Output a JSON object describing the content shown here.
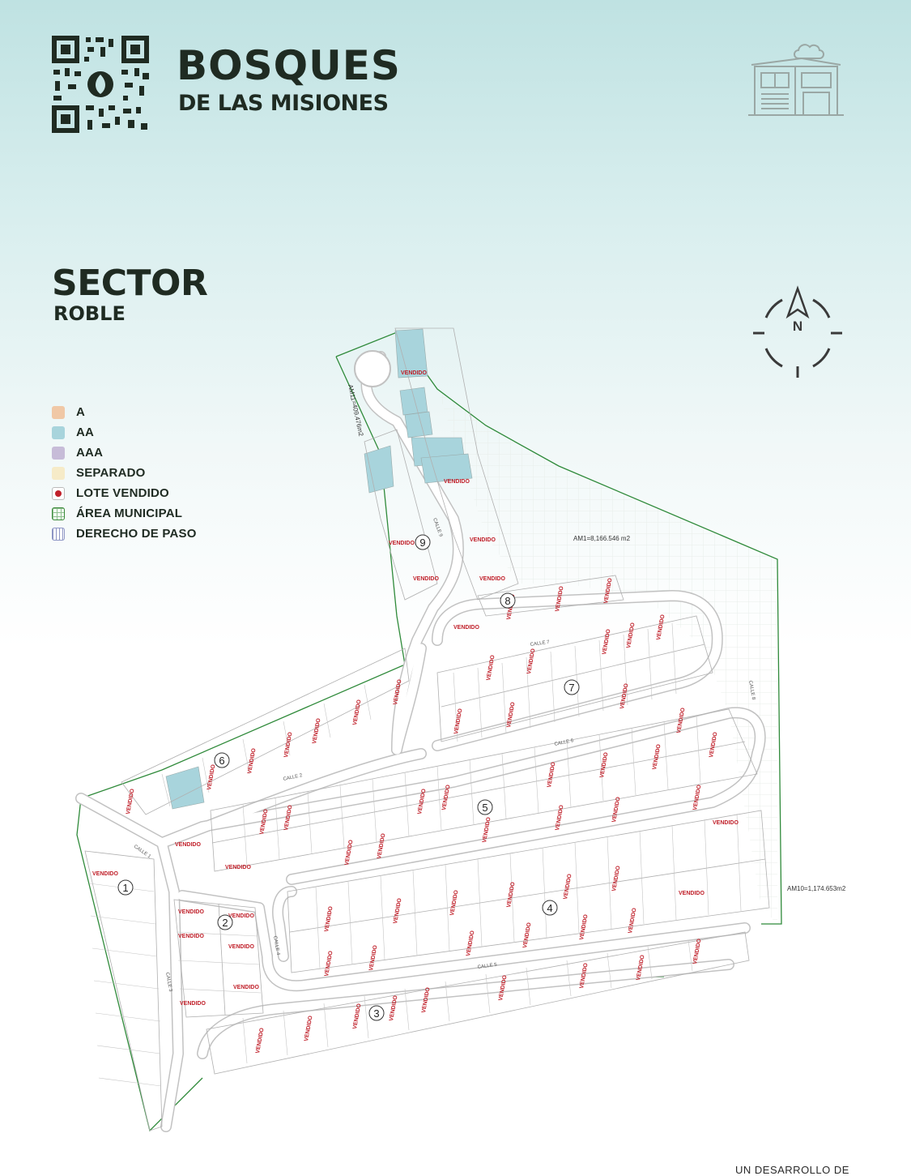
{
  "brand": {
    "title": "BOSQUES",
    "subtitle": "DE LAS MISIONES",
    "qr_icon": "qr-code-icon",
    "logo_icon": "house-logo-icon"
  },
  "sector": {
    "title": "SECTOR",
    "name": "ROBLE",
    "compass_letter": "N"
  },
  "legend": [
    {
      "label": "A",
      "color": "#f0c8a6",
      "kind": "solid"
    },
    {
      "label": "AA",
      "color": "#a8d4dc",
      "kind": "solid"
    },
    {
      "label": "AAA",
      "color": "#c7bcd8",
      "kind": "solid"
    },
    {
      "label": "SEPARADO",
      "color": "#f6ebc8",
      "kind": "solid"
    },
    {
      "label": "LOTE VENDIDO",
      "color": "#c0202a",
      "kind": "dot"
    },
    {
      "label": "ÁREA MUNICIPAL",
      "color": "#3a8a3a",
      "kind": "grid"
    },
    {
      "label": "DERECHO DE PASO",
      "color": "#8d95c4",
      "kind": "stripes"
    }
  ],
  "map": {
    "blocks": [
      "1",
      "2",
      "3",
      "4",
      "5",
      "6",
      "7",
      "8",
      "9"
    ],
    "streets": [
      "CALLE 1",
      "CALLE 2",
      "CALLE 3",
      "CALLE 4",
      "CALLE 5",
      "CALLE 6",
      "CALLE 7",
      "CALLE 8",
      "CALLE 9"
    ],
    "areas": [
      "AM1=8,166.546 m2",
      "AM10=1,174.653m2",
      "AM11=409.476m2"
    ],
    "sold_label": "VENDIDO"
  },
  "footer": {
    "text": "UN DESARROLLO DE"
  },
  "colors": {
    "brand_dark": "#1f2b22",
    "road": "#bdbdbd",
    "boundary": "#2f8a3a",
    "aa_lot": "#a8d4dc",
    "sold": "#c0202a"
  }
}
